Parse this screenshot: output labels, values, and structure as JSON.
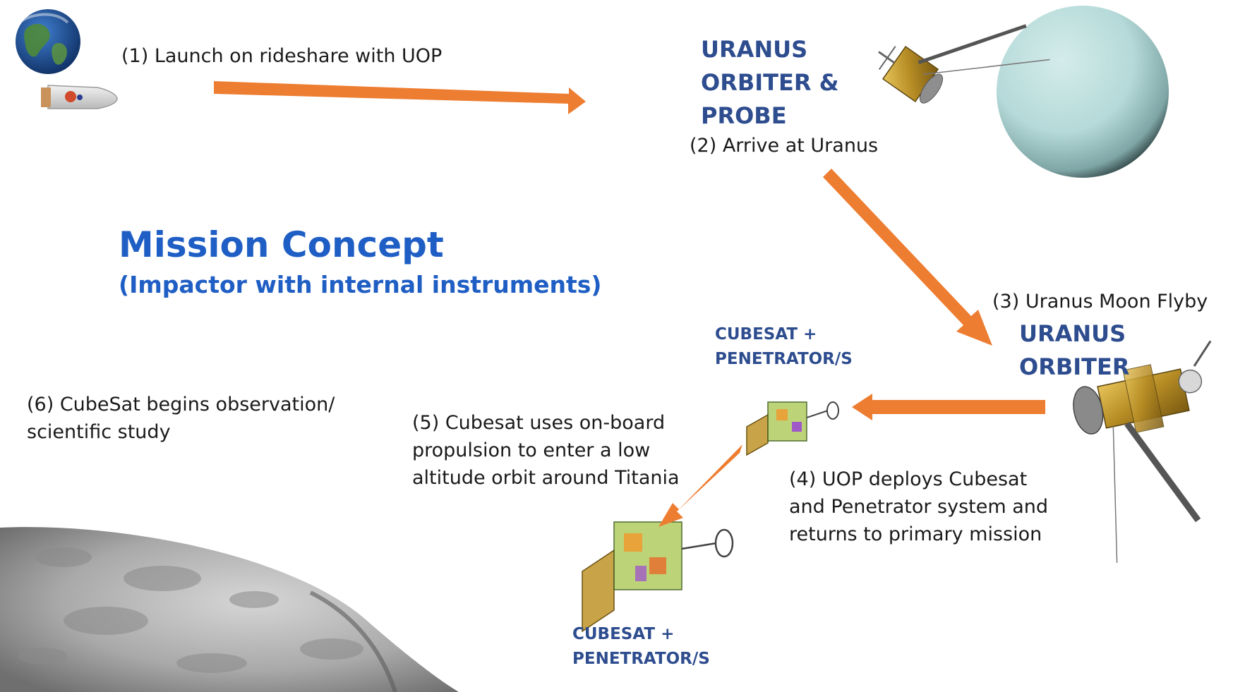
{
  "title": "Mission Concept",
  "subtitle": "(Impactor with internal instruments)",
  "steps": {
    "s1": "(1) Launch on rideshare with UOP",
    "s2": "(2) Arrive at Uranus",
    "s3": "(3) Uranus Moon Flyby",
    "s4": [
      "(4) UOP deploys Cubesat",
      "and Penetrator system and",
      "returns to primary mission"
    ],
    "s5": [
      "(5) Cubesat uses on-board",
      "propulsion to enter a low",
      "altitude orbit around Titania"
    ],
    "s6": [
      "(6) CubeSat begins observation/",
      "scientific study"
    ]
  },
  "labels": {
    "orbiter_probe": [
      "URANUS",
      "ORBITER &",
      "PROBE"
    ],
    "orbiter": [
      "URANUS",
      "ORBITER"
    ],
    "cubesat_upper": [
      "CUBESAT +",
      "PENETRATOR/S"
    ],
    "cubesat_lower": [
      "CUBESAT +",
      "PENETRATOR/S"
    ]
  },
  "colors": {
    "arrow": "#ed7d31",
    "title": "#1f5ec4",
    "label": "#2e4d8f",
    "uranus": "#b7dcdb",
    "earth_ocean": "#1e4f9a",
    "spacecraft_gold": "#c8a236",
    "moon": "#9a9a9a"
  },
  "icons": [
    "earth-icon",
    "rocket-icon",
    "uranus-planet-icon",
    "spacecraft-icon",
    "cubesat-icon",
    "titania-moon-icon"
  ]
}
